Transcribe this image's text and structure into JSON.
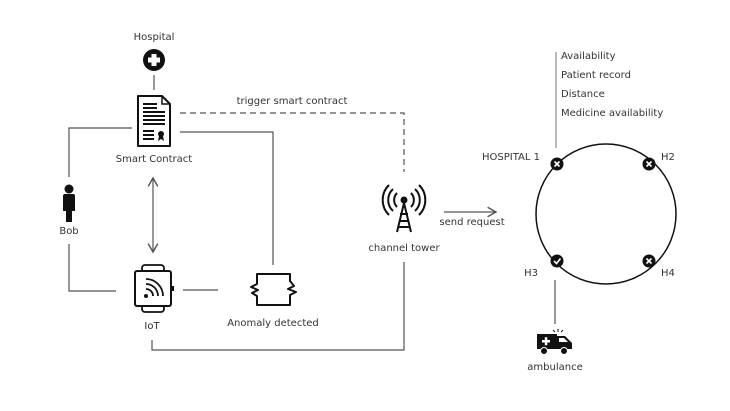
{
  "labels": {
    "hospital": "Hospital",
    "smart_contract": "Smart Contract",
    "trigger": "trigger smart contract",
    "bob": "Bob",
    "iot": "IoT",
    "anomaly": "Anomaly detected",
    "channel_tower": "channel tower",
    "send_request": "send request",
    "ambulance": "ambulance"
  },
  "criteria": [
    "Availability",
    "Patient record",
    "Distance",
    "Medicine availability"
  ],
  "ring": {
    "hospitals": [
      {
        "name": "HOSPITAL 1",
        "status": "rejected"
      },
      {
        "name": "H2",
        "status": "rejected"
      },
      {
        "name": "H3",
        "status": "selected"
      },
      {
        "name": "H4",
        "status": "rejected"
      }
    ]
  }
}
